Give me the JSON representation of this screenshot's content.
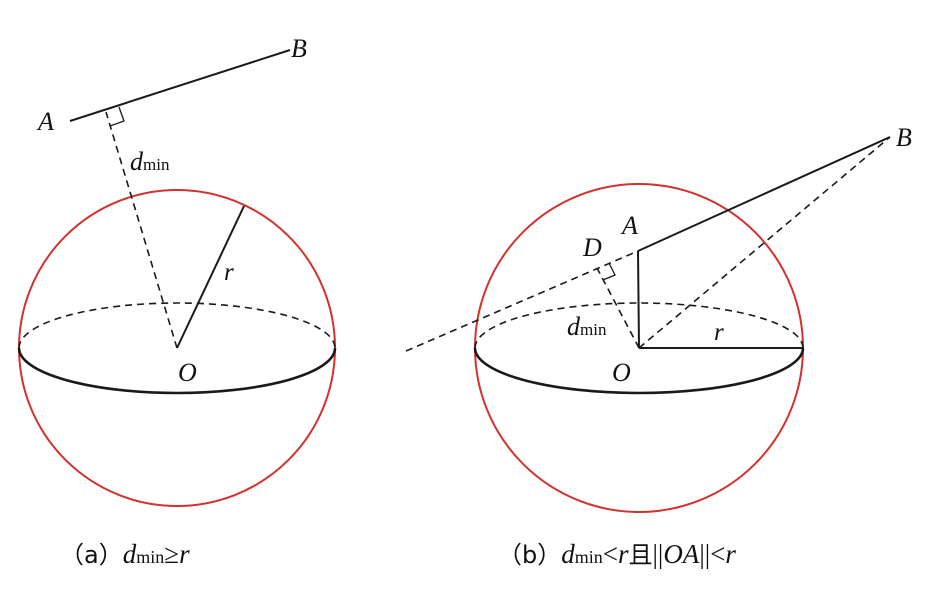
{
  "colors": {
    "sphere": "#d2322d",
    "ink": "#1a1a1a"
  },
  "panel_a": {
    "point_a": "A",
    "point_b": "B",
    "center": "O",
    "radius_label": "r",
    "distance_label": "d",
    "distance_sub": "min",
    "caption": {
      "open": "（a）",
      "d": "d",
      "sub": "min",
      "relation": "≥",
      "r": "r"
    }
  },
  "panel_b": {
    "point_a": "A",
    "point_b": "B",
    "point_d": "D",
    "center": "O",
    "radius_label": "r",
    "distance_label": "d",
    "distance_sub": "min",
    "caption": {
      "open": "（b）",
      "d": "d",
      "sub": "min",
      "lt1": "<",
      "r1": "r",
      "and": "且",
      "norm_open": "||",
      "oa": "OA",
      "norm_close": "||",
      "lt2": "<",
      "r2": "r"
    }
  }
}
